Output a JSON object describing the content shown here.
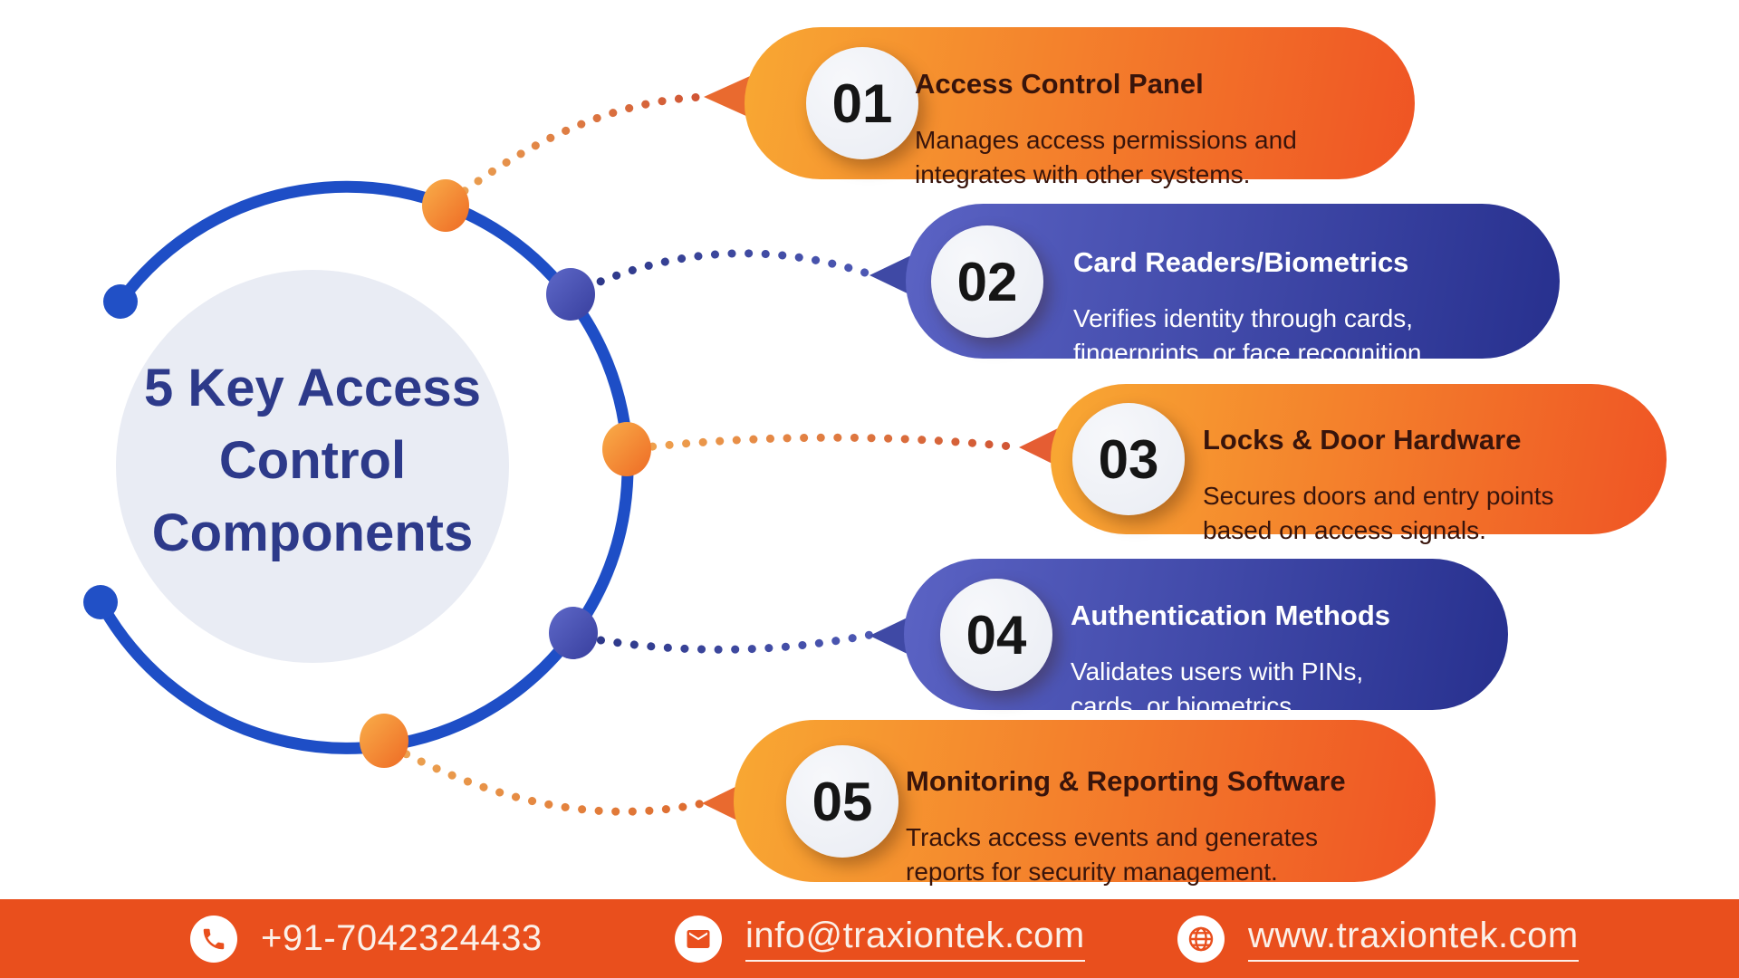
{
  "title": {
    "text": "5 Key Access\nControl\nComponents"
  },
  "cards": [
    {
      "number": "01",
      "title": "Access Control Panel",
      "desc": "Manages access permissions and\nintegrates with other systems.",
      "theme": "orange"
    },
    {
      "number": "02",
      "title": "Card Readers/Biometrics",
      "desc": "Verifies identity through cards,\nfingerprints, or face recognition.",
      "theme": "blue"
    },
    {
      "number": "03",
      "title": "Locks & Door Hardware",
      "desc": "Secures doors and entry points\nbased on access signals.",
      "theme": "orange"
    },
    {
      "number": "04",
      "title": "Authentication Methods",
      "desc": "Validates users with PINs,\ncards, or biometrics.",
      "theme": "blue"
    },
    {
      "number": "05",
      "title": "Monitoring & Reporting Software",
      "desc": "Tracks access events and generates\nreports for security management.",
      "theme": "orange"
    }
  ],
  "footer": {
    "phone": "+91-7042324433",
    "email": "info@traxiontek.com",
    "website": "www.traxiontek.com",
    "icons": [
      "phone-icon",
      "envelope-icon",
      "globe-icon"
    ]
  },
  "colors": {
    "background": "#FFFFFF",
    "hub_circle": "#E9ECF4",
    "hub_title": "#2D3A8A",
    "ring_blue": "#1E4EC6",
    "card_orange_start": "#F8A833",
    "card_orange_end": "#EF5424",
    "card_blue_start": "#5B63C4",
    "card_blue_end": "#27308E",
    "orange_card_text": "#38140B",
    "blue_card_text": "#FFFFFF",
    "dot_orange_start": "#F9AE4A",
    "dot_orange_end": "#EE6A24",
    "dot_indigo_start": "#5E68C8",
    "dot_indigo_end": "#383F9E",
    "footer_bar": "#E94F1D",
    "footer_text": "#FBF0E8",
    "number_text": "#151515"
  }
}
